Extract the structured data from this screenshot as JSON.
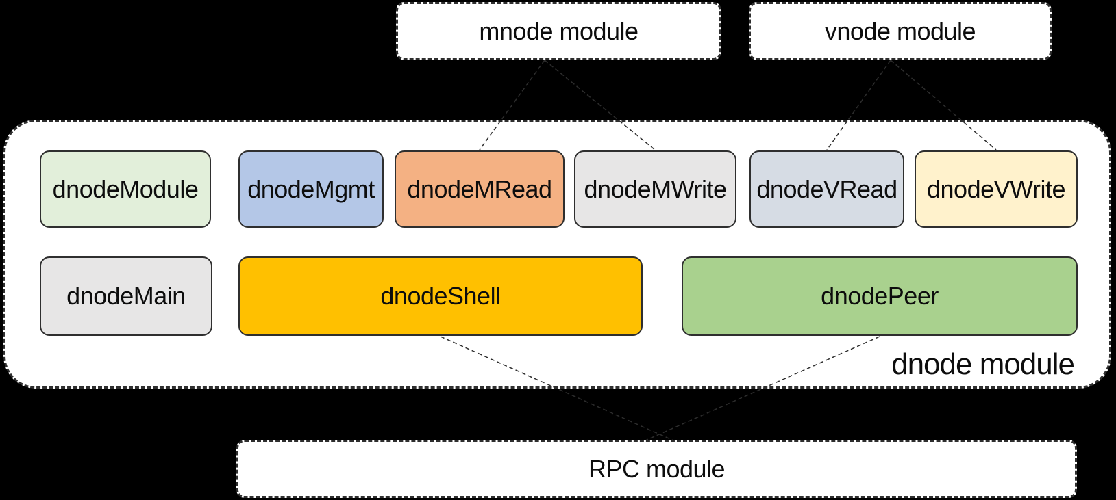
{
  "top_modules": [
    {
      "id": "mnode",
      "label": "mnode module"
    },
    {
      "id": "vnode",
      "label": "vnode module"
    }
  ],
  "dnode_module": {
    "label": "dnode module",
    "row1": [
      {
        "label": "dnodeModule",
        "fill": "#e2efda"
      },
      {
        "label": "dnodeMgmt",
        "fill": "#b4c7e7"
      },
      {
        "label": "dnodeMRead",
        "fill": "#f4b183"
      },
      {
        "label": "dnodeMWrite",
        "fill": "#e7e6e6"
      },
      {
        "label": "dnodeVRead",
        "fill": "#d6dce4"
      },
      {
        "label": "dnodeVWrite",
        "fill": "#fff2cc"
      }
    ],
    "row2": [
      {
        "label": "dnodeMain",
        "fill": "#e7e6e6"
      },
      {
        "label": "dnodeShell",
        "fill": "#ffc000"
      },
      {
        "label": "dnodePeer",
        "fill": "#a9d18e"
      }
    ]
  },
  "bottom_module": {
    "id": "rpc",
    "label": "RPC module"
  },
  "connections": [
    {
      "from": "mnode module",
      "to": "dnodeMRead",
      "style": "dashed"
    },
    {
      "from": "mnode module",
      "to": "dnodeMWrite",
      "style": "dashed"
    },
    {
      "from": "vnode module",
      "to": "dnodeVRead",
      "style": "dashed"
    },
    {
      "from": "vnode module",
      "to": "dnodeVWrite",
      "style": "dashed"
    },
    {
      "from": "dnodeShell",
      "to": "RPC module",
      "style": "dashed"
    },
    {
      "from": "dnodePeer",
      "to": "RPC module",
      "style": "dashed"
    }
  ],
  "colors": {
    "background": "#000000",
    "module_fill": "#ffffff",
    "dashed_border": "#2e2e2e",
    "box_border": "#2f2f2f",
    "connector_line": "#2d2d2d",
    "text": "#0d0d0d"
  }
}
